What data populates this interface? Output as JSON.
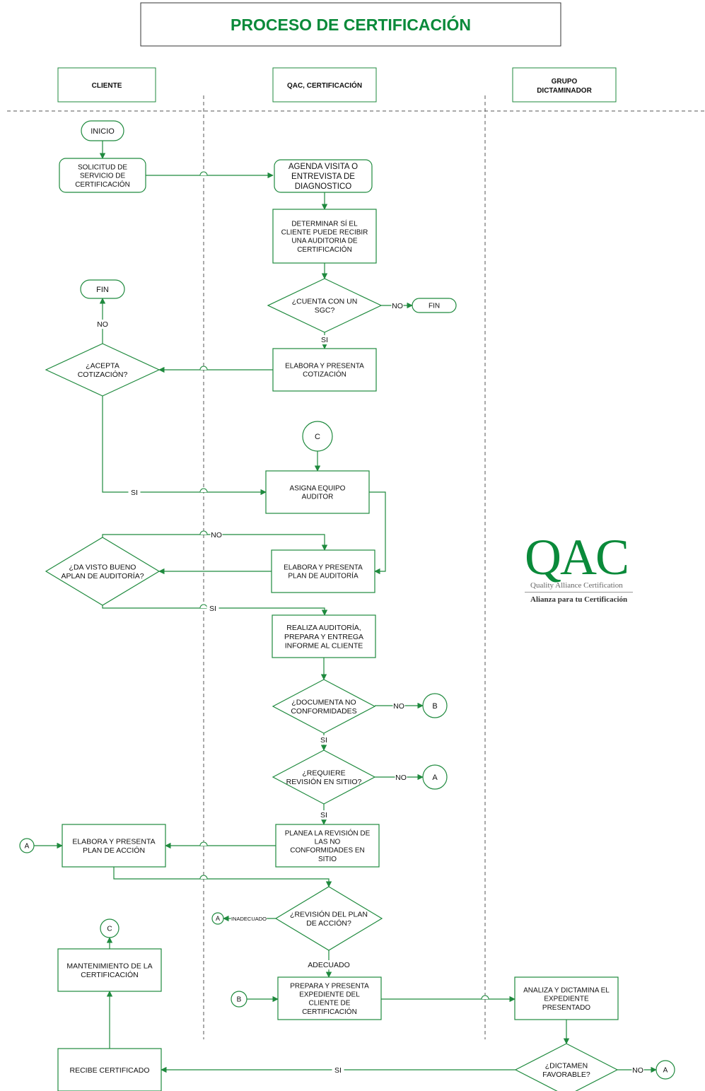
{
  "title": "PROCESO DE CERTIFICACIÓN",
  "colors": {
    "accent": "#0a8a3a",
    "line": "#1f8a3e",
    "lane": "#555555"
  },
  "lanes": {
    "cliente": "CLIENTE",
    "qac": "QAC, CERTIFICACIÓN",
    "grupo": [
      "GRUPO",
      "DICTAMINADOR"
    ]
  },
  "logo": {
    "mark": "QAC",
    "line1": "Quality Alliance Certification",
    "line2": "Alianza para tu Certificación"
  },
  "nodes": {
    "inicio": [
      "INICIO"
    ],
    "solicitud": [
      "SOLICITUD DE",
      "SERVICIO DE",
      "CERTIFICACIÓN"
    ],
    "agenda": [
      "AGENDA VISITA O",
      "ENTREVISTA DE",
      "DIAGNOSTICO"
    ],
    "determinar": [
      "DETERMINAR SÍ EL",
      "CLIENTE PUEDE RECIBIR",
      "UNA AUDITORIA DE",
      "CERTIFICACIÓN"
    ],
    "sgc": [
      "¿CUENTA CON UN",
      "SGC?"
    ],
    "fin_right": [
      "FIN"
    ],
    "fin_left": [
      "FIN"
    ],
    "cotizacion": [
      "ELABORA Y PRESENTA",
      "COTIZACIÓN"
    ],
    "acepta": [
      "¿ACEPTA",
      "COTIZACIÓN?"
    ],
    "c_top": [
      "C"
    ],
    "asigna": [
      "ASIGNA EQUIPO",
      "AUDITOR"
    ],
    "plan_aud": [
      "ELABORA Y PRESENTA",
      "PLAN DE AUDITORÍA"
    ],
    "visto": [
      "¿DA VISTO  BUENO",
      "APLAN DE AUDITORÍA?"
    ],
    "realiza": [
      "REALIZA AUDITORÍA,",
      "PREPARA Y ENTREGA",
      "INFORME AL CLIENTE"
    ],
    "documenta": [
      "¿DOCUMENTA NO",
      "CONFORMIDADES"
    ],
    "b_conn": [
      "B"
    ],
    "requiere": [
      "¿REQUIERE",
      "REVISIÓN EN SITIIO?"
    ],
    "a_conn1": [
      "A"
    ],
    "planea": [
      "PLANEA LA REVISIÓN DE",
      "LAS NO",
      "CONFORMIDADES EN",
      "SITIO"
    ],
    "plan_accion": [
      "ELABORA Y PRESENTA",
      "PLAN DE ACCIÓN"
    ],
    "a_left": [
      "A"
    ],
    "revision": [
      "¿REVISIÓN DEL PLAN",
      "DE ACCIÓN?"
    ],
    "a_inad": [
      "A"
    ],
    "c_bottom": [
      "C"
    ],
    "mantenimiento": [
      "MANTENIMIENTO DE LA",
      "CERTIFICACIÓN"
    ],
    "b_left": [
      "B"
    ],
    "prepara": [
      "PREPARA Y PRESENTA",
      "EXPEDIENTE DEL",
      "CLIENTE DE",
      "CERTIFICACIÓN"
    ],
    "analiza": [
      "ANALIZA Y DICTAMINA EL",
      "EXPEDIENTE",
      "PRESENTADO"
    ],
    "dictamen": [
      "¿DICTAMEN",
      "FAVORABLE?"
    ],
    "a_final": [
      "A"
    ],
    "recibe": [
      "RECIBE CERTIFICADO"
    ]
  },
  "labels": {
    "sgc_no": "NO",
    "sgc_si": "SI",
    "acepta_no": "NO",
    "acepta_si": "SI",
    "visto_no": "NO",
    "visto_si": "SI",
    "documenta_no": "NO",
    "documenta_si": "SI",
    "requiere_no": "NO",
    "requiere_si": "SI",
    "inadecuado": "INADECUADO",
    "adecuado": "ADECUADO",
    "dictamen_si": "SI",
    "dictamen_no": "NO"
  }
}
